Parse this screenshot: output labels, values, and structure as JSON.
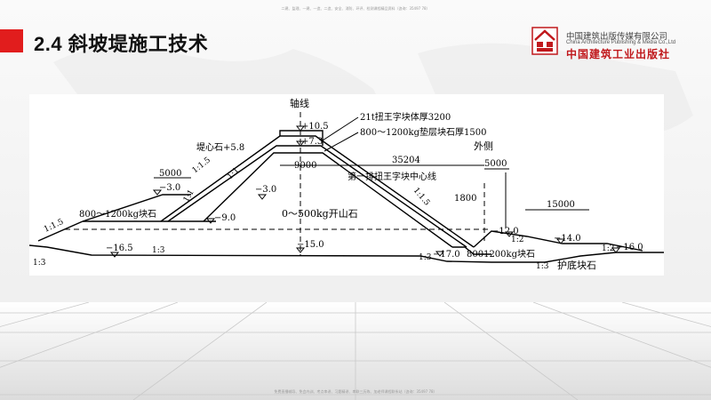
{
  "watermark": {
    "top": "二建、监理、一建、一造、二造、安全、消防、环评、检测课程精品资料（咨询：35497 78）",
    "bottom": "免费直播辅导、免会内训、考点串讲、习题精讲、串联三历练、加老师课程联系站（咨询：35497 78）"
  },
  "header": {
    "title": "2.4 斜坡堤施工技术"
  },
  "publisher": {
    "name_cn": "中国建筑出版传媒有限公司",
    "name_en": "China Architecture Publishing & Media Co.,Ltd",
    "name_calligraphy": "中国建筑工业出版社"
  },
  "diagram": {
    "axis": "轴线",
    "crest_elev": "+10.5",
    "crest_elev2": "+7.3",
    "block_layer": "21t扭王字块体厚3200",
    "cushion_layer": "800～1200kg垫层块石厚1500",
    "outer_side": "外侧",
    "core_stone": "堤心石+5.8",
    "slope_a": "1:1.5",
    "slope_b": "1:1",
    "width_9000": "9000",
    "dim_35204": "35204",
    "dim_5000_right": "5000",
    "first_row_center": "第一排扭王字块中心线",
    "dim_5000_left": "5000",
    "elev_m3_left": "−3.0",
    "elev_m3_mid": "−3.0",
    "slope_c": "1:1",
    "slope_d": "1:1.5",
    "dim_1800": "1800",
    "block_stone_left": "800～1200kg块石",
    "elev_m9": "−9.0",
    "quarry_stone": "0～500kg开山石",
    "dim_15000": "15000",
    "slope_e": "1:1.5",
    "elev_m12": "−12.0",
    "slope_f": "1:2",
    "elev_m14": "−14.0",
    "slope_g": "1:2",
    "elev_m16_right": "−16.0",
    "elev_m16_left": "−16.5",
    "slope_h": "1:3",
    "slope_i": "1:3",
    "elev_m15": "−15.0",
    "slope_j": "1:3",
    "elev_m17": "−17.0",
    "block_stone_right": "8001200kg块石",
    "slope_k": "1:3",
    "toe_stone": "护底块石"
  }
}
